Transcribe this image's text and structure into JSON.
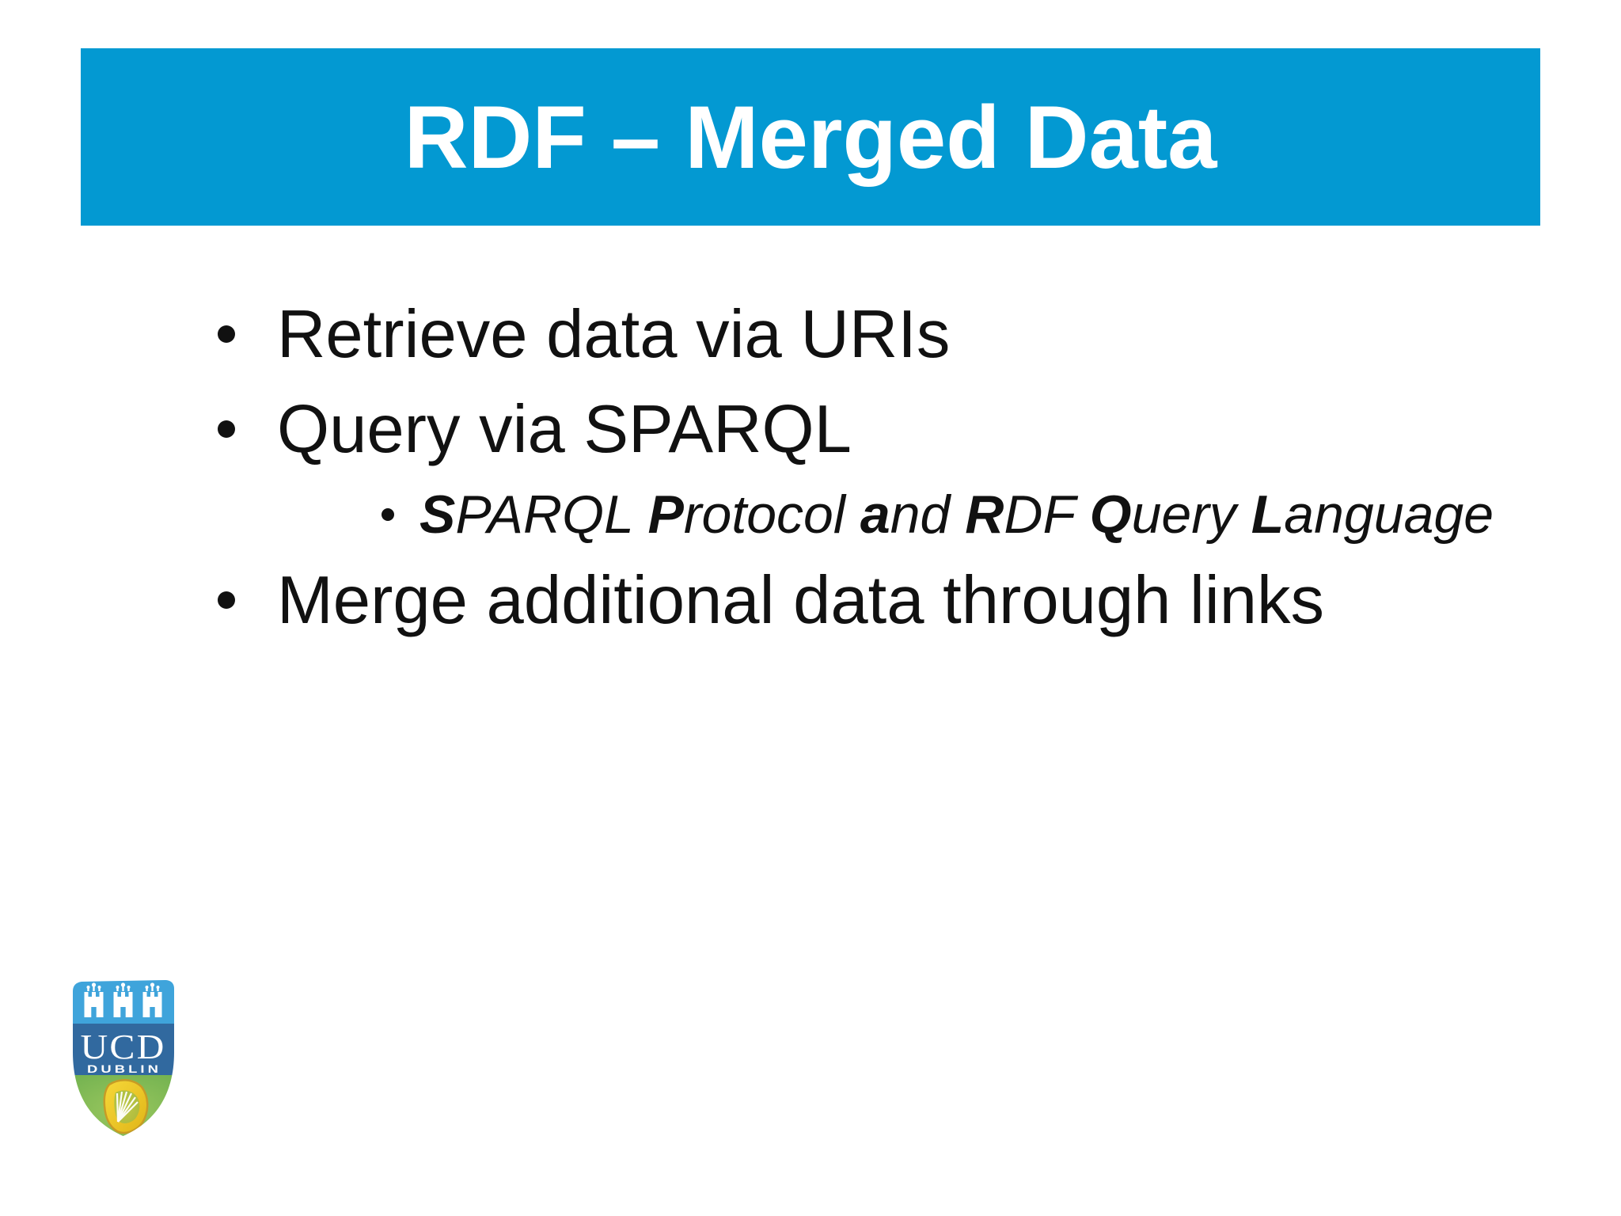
{
  "slide": {
    "title": "RDF – Merged Data",
    "bullets": [
      {
        "level": 1,
        "segments": [
          {
            "text": "Retrieve data via URIs"
          }
        ]
      },
      {
        "level": 1,
        "segments": [
          {
            "text": "Query via SPARQL"
          }
        ]
      },
      {
        "level": 2,
        "italic": true,
        "segments": [
          {
            "text": "S",
            "bold": true
          },
          {
            "text": "PARQL "
          },
          {
            "text": "P",
            "bold": true
          },
          {
            "text": "rotocol "
          },
          {
            "text": "a",
            "bold": true
          },
          {
            "text": "nd "
          },
          {
            "text": "R",
            "bold": true
          },
          {
            "text": "DF "
          },
          {
            "text": "Q",
            "bold": true
          },
          {
            "text": "uery "
          },
          {
            "text": "L",
            "bold": true
          },
          {
            "text": "anguage"
          }
        ]
      },
      {
        "level": 1,
        "segments": [
          {
            "text": "Merge additional data through links"
          }
        ]
      }
    ]
  },
  "colors": {
    "title-bar-bg": "#0399D2",
    "title-text": "#FFFFFF",
    "body-text": "#111111",
    "slide-bg": "#FFFFFF"
  },
  "logo": {
    "name": "UCD Dublin crest",
    "text_ucd": "UCD",
    "text_dublin": "DUBLIN",
    "colors": {
      "band_top": "#3FA4DB",
      "band_mid": "#31699F",
      "green_light": "#9AC75E",
      "green_dark": "#6FB04F",
      "harp_gold_light": "#F6D83A",
      "harp_gold_dark": "#E0B517",
      "harp_outline": "#C79B25",
      "white": "#FFFFFF"
    }
  }
}
